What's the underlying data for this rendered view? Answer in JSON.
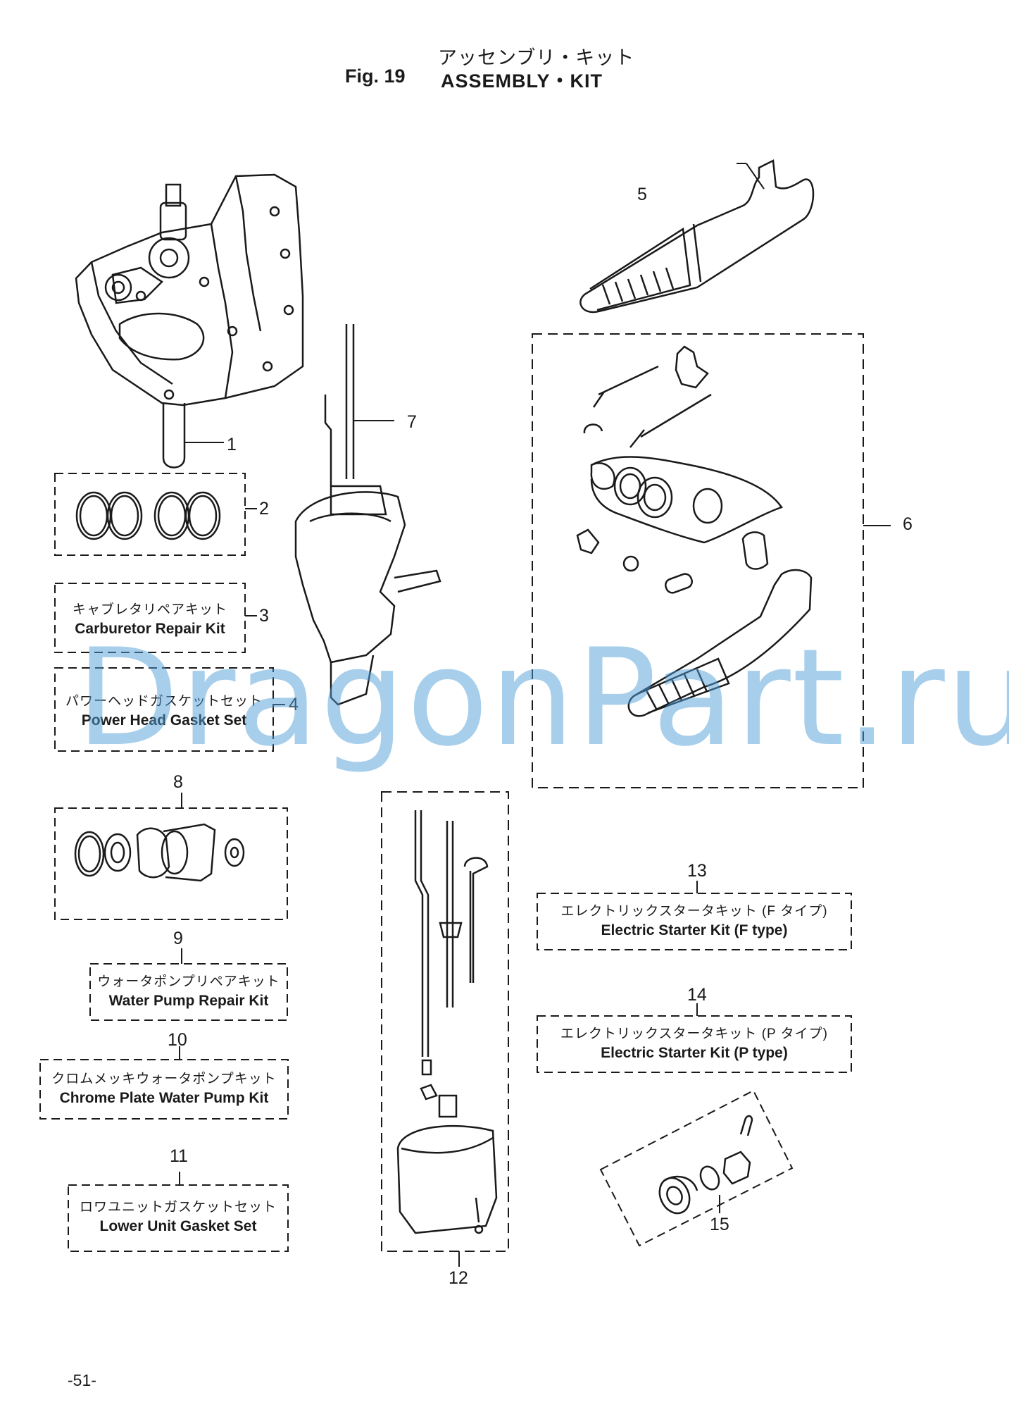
{
  "header": {
    "title_jp": "アッセンブリ・キット",
    "fig_label": "Fig. 19",
    "title_en": "ASSEMBLY・KIT"
  },
  "parts": [
    {
      "num": "1"
    },
    {
      "num": "2"
    },
    {
      "num": "3",
      "name_jp": "キャブレタリペアキット",
      "name_en": "Carburetor Repair Kit"
    },
    {
      "num": "4",
      "name_jp": "パワーヘッドガスケットセット",
      "name_en": "Power Head Gasket Set"
    },
    {
      "num": "5"
    },
    {
      "num": "6"
    },
    {
      "num": "7"
    },
    {
      "num": "8"
    },
    {
      "num": "9",
      "name_jp": "ウォータポンプリペアキット",
      "name_en": "Water Pump Repair Kit"
    },
    {
      "num": "10",
      "name_jp": "クロムメッキウォータポンプキット",
      "name_en": "Chrome Plate Water Pump Kit"
    },
    {
      "num": "11",
      "name_jp": "ロワユニットガスケットセット",
      "name_en": "Lower Unit Gasket Set"
    },
    {
      "num": "12"
    },
    {
      "num": "13",
      "name_jp": "エレクトリックスタータキット (F タイプ)",
      "name_en": "Electric Starter Kit (F type)"
    },
    {
      "num": "14",
      "name_jp": "エレクトリックスタータキット (P タイプ)",
      "name_en": "Electric Starter Kit (P type)"
    },
    {
      "num": "15"
    }
  ],
  "watermark": "DragonPart.ru",
  "page_number": "-51-",
  "colors": {
    "ink": "#1a1a1a",
    "watermark": "#50a0d7"
  }
}
